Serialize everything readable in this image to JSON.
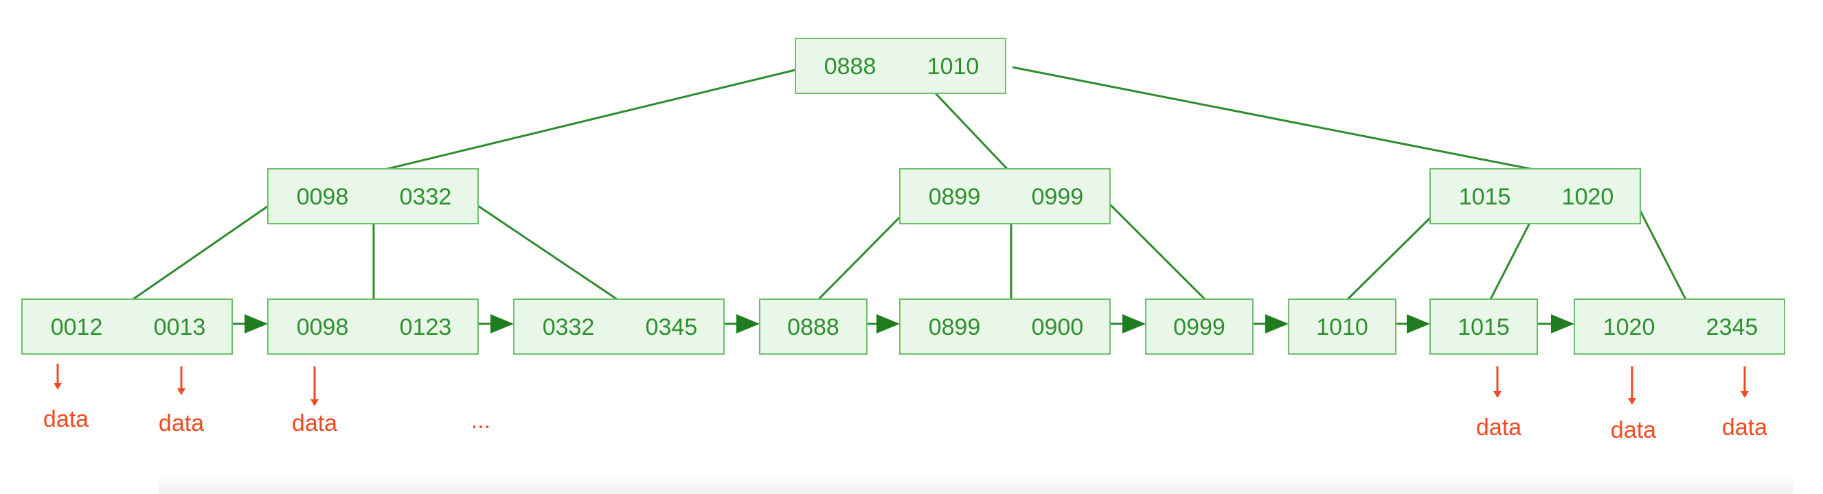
{
  "tree": {
    "root": {
      "keys": [
        "0888",
        "1010"
      ]
    },
    "internal": [
      {
        "keys": [
          "0098",
          "0332"
        ]
      },
      {
        "keys": [
          "0899",
          "0999"
        ]
      },
      {
        "keys": [
          "1015",
          "1020"
        ]
      }
    ],
    "leaves": [
      {
        "keys": [
          "0012",
          "0013"
        ]
      },
      {
        "keys": [
          "0098",
          "0123"
        ]
      },
      {
        "keys": [
          "0332",
          "0345"
        ]
      },
      {
        "keys": [
          "0888"
        ]
      },
      {
        "keys": [
          "0899",
          "0900"
        ]
      },
      {
        "keys": [
          "0999"
        ]
      },
      {
        "keys": [
          "1010"
        ]
      },
      {
        "keys": [
          "1015"
        ]
      },
      {
        "keys": [
          "1020",
          "2345"
        ]
      }
    ]
  },
  "annotations": {
    "data_label": "data",
    "ellipsis": "..."
  },
  "colors": {
    "node_fill": "#e9f7e9",
    "node_border": "#6cc06c",
    "key_text": "#2f8f2f",
    "edge": "#2e8b2e",
    "annotation": "#ef4a21"
  }
}
